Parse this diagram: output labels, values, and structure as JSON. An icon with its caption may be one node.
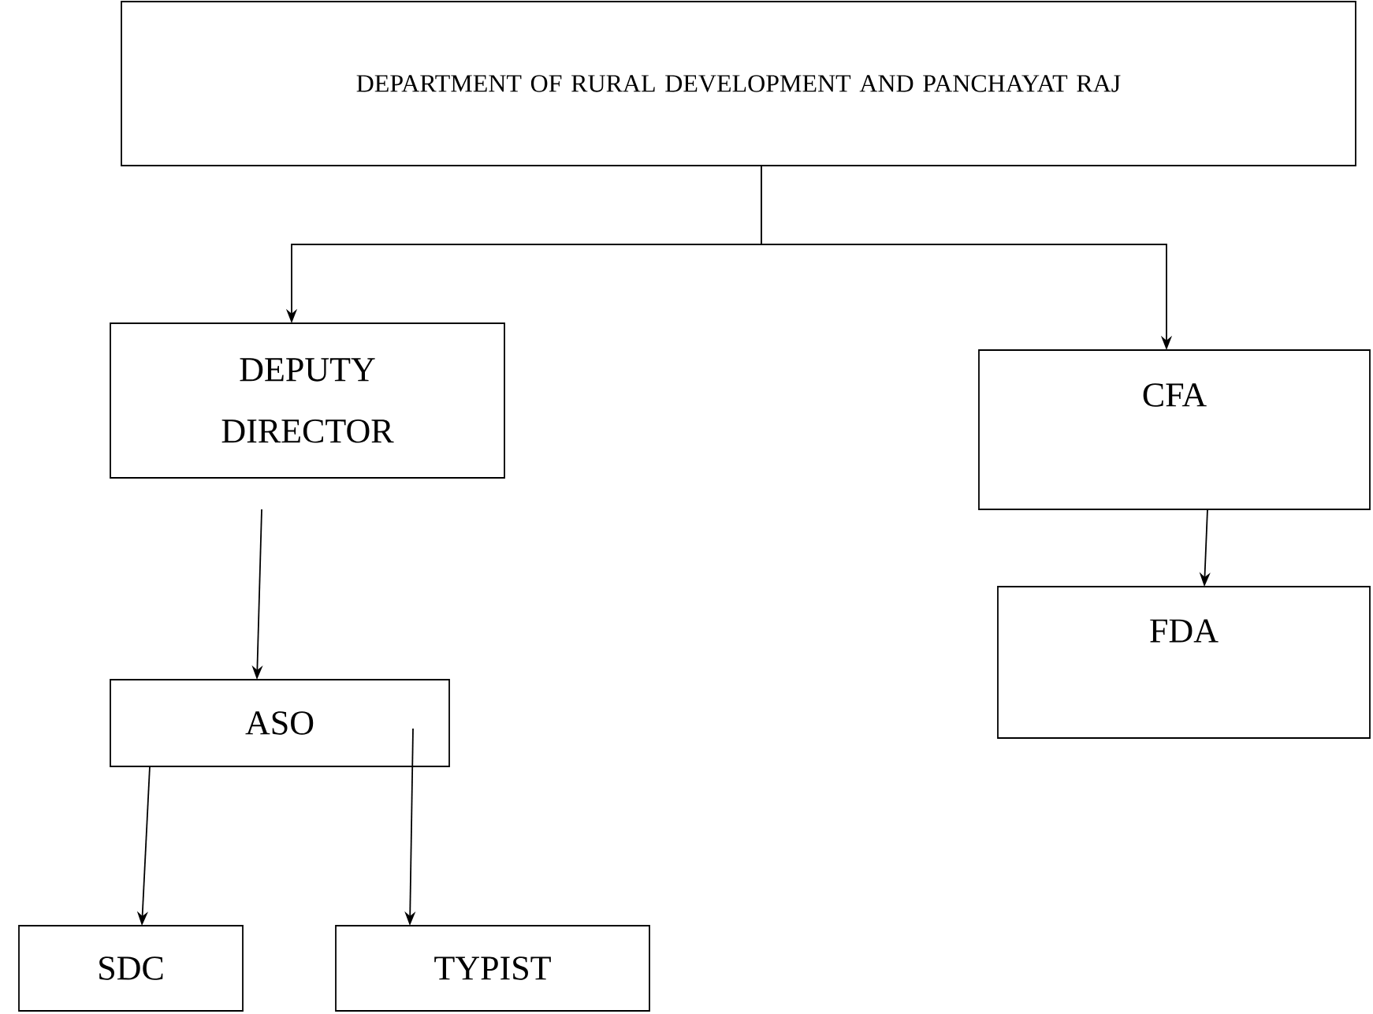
{
  "diagram": {
    "nodes": [
      {
        "text": [
          "DEPARTMENT OF RURAL DEVELOPMENT AND PANCHAYAT RAJ"
        ]
      },
      {
        "text": [
          "DEPUTY DIRECTOR"
        ]
      },
      {
        "text": [
          "CFA"
        ]
      },
      {
        "text": [
          "FDA"
        ]
      },
      {
        "text": [
          "ASO"
        ]
      },
      {
        "text": [
          "SDC"
        ]
      },
      {
        "text": [
          "TYPIST"
        ]
      }
    ],
    "edges": [
      {
        "from": 0,
        "to": 1,
        "arrow": "to"
      },
      {
        "from": 0,
        "to": 2,
        "arrow": "to"
      },
      {
        "from": 2,
        "to": 3,
        "arrow": "to"
      },
      {
        "from": 1,
        "to": 4,
        "arrow": "to"
      },
      {
        "from": 4,
        "to": 5,
        "arrow": "to"
      },
      {
        "from": 4,
        "to": 6,
        "arrow": "to"
      }
    ]
  }
}
